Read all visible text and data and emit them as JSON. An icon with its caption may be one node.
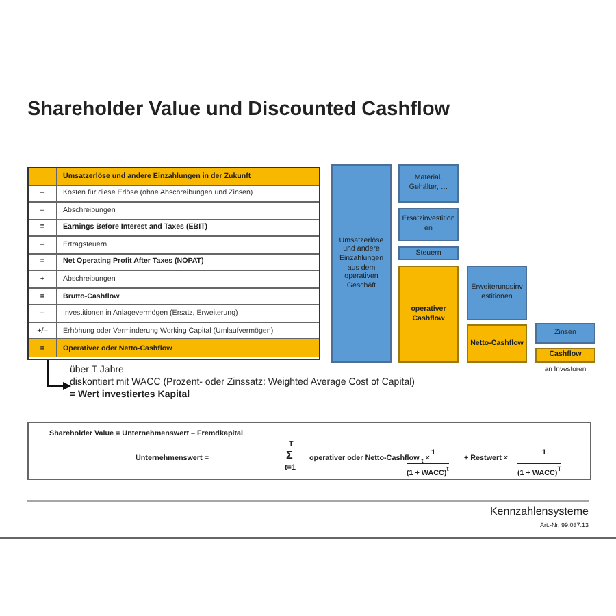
{
  "diagram": {
    "title": "Shareholder Value und Discounted Cashflow",
    "nodes": [
      {
        "text": [
          "Umsatzerlöse und andere Einzahlungen in der Zukunft",
          "–",
          "Kosten für diese Erlöse (ohne Abschreibungen und Zinsen)",
          "–",
          "Abschreibungen",
          "=",
          "Earnings Before Interest and Taxes (EBIT)",
          "–",
          "Ertragsteuern",
          "=",
          "Net Operating Profit After Taxes (NOPAT)",
          "+",
          "Abschreibungen",
          "=",
          "Brutto-Cashflow",
          "–",
          "Investitionen in Anlagevermögen (Ersatz, Erweiterung)",
          "+/–",
          "Erhöhung oder Verminderung Working Capital (Umlaufvermögen)",
          "=",
          "Operativer oder Netto-Cashflow"
        ]
      },
      {
        "text": [
          "über T Jahre",
          "diskontiert mit WACC (Prozent- oder Zinssatz: Weighted Average Cost of Capital)",
          "= Wert investiertes Kapital"
        ]
      },
      {
        "text": [
          "Umsatzerlöse und andere Einzahlungen aus dem operativen Geschäft"
        ]
      },
      {
        "text": [
          "Material, Gehälter, …"
        ]
      },
      {
        "text": [
          "Ersatzinvestitionen"
        ]
      },
      {
        "text": [
          "Steuern"
        ]
      },
      {
        "text": [
          "operativer Cashflow"
        ]
      },
      {
        "text": [
          "Erweiterungsinvestitionen"
        ]
      },
      {
        "text": [
          "Netto-Cashflow"
        ]
      },
      {
        "text": [
          "Zinsen"
        ]
      },
      {
        "text": [
          "Cashflow"
        ],
        "beside": [
          "an Investoren"
        ]
      },
      {
        "text": [
          "Shareholder Value = Unternehmenswert – Fremdkapital",
          "Unternehmenswert =",
          "T",
          "Σ",
          "t=1",
          "operativer oder Netto-Cashflow $_{t}$ ×",
          "1",
          "(1 + WACC)$^{t}$",
          "+ Restwert ×",
          "1",
          "(1 + WACC)$^{T}$"
        ]
      }
    ],
    "edges": [
      {
        "from": 0,
        "to": 1,
        "arrow": "to"
      }
    ],
    "labels": [
      "Kennzahlensysteme",
      "Art.-Nr. 99.037.13"
    ]
  }
}
